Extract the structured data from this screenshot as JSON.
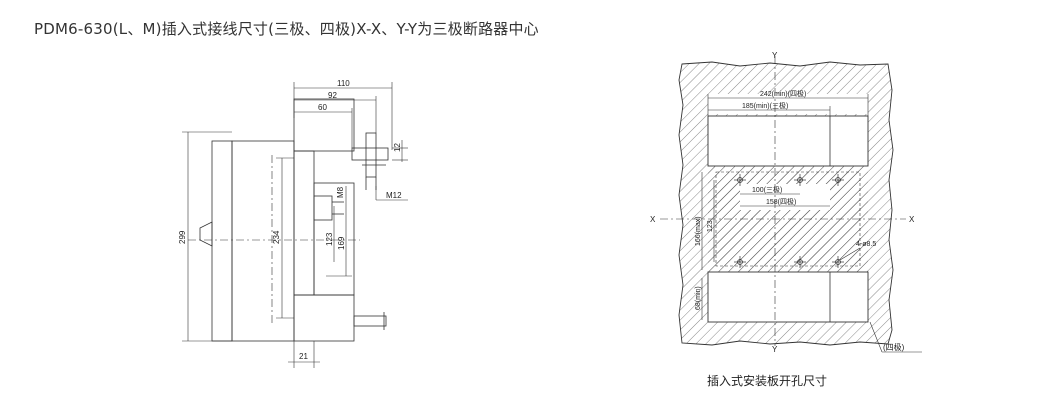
{
  "title": "PDM6-630(L、M)插入式接线尺寸(三极、四极)X-X、Y-Y为三极断路器中心",
  "left_drawing": {
    "dim_110": "110",
    "dim_92": "92",
    "dim_60": "60",
    "dim_12": "12",
    "dim_M8": "M8",
    "dim_M12": "M12",
    "dim_299": "299",
    "dim_234": "234",
    "dim_123": "123",
    "dim_169": "169",
    "dim_21": "21"
  },
  "right_drawing": {
    "axis_y_top": "Y",
    "axis_y_bottom": "Y",
    "axis_x_left": "X",
    "axis_x_right": "X",
    "dim_242": "242(min)(四极)",
    "dim_185": "185(min)(三极)",
    "dim_100": "100(三极)",
    "dim_158": "158(四极)",
    "dim_123": "123",
    "dim_166": "166(max)",
    "dim_68": "68(min)",
    "hole_label": "4-ø8.5",
    "four_pole_tag": "(四极)",
    "caption": "插入式安装板开孔尺寸"
  }
}
